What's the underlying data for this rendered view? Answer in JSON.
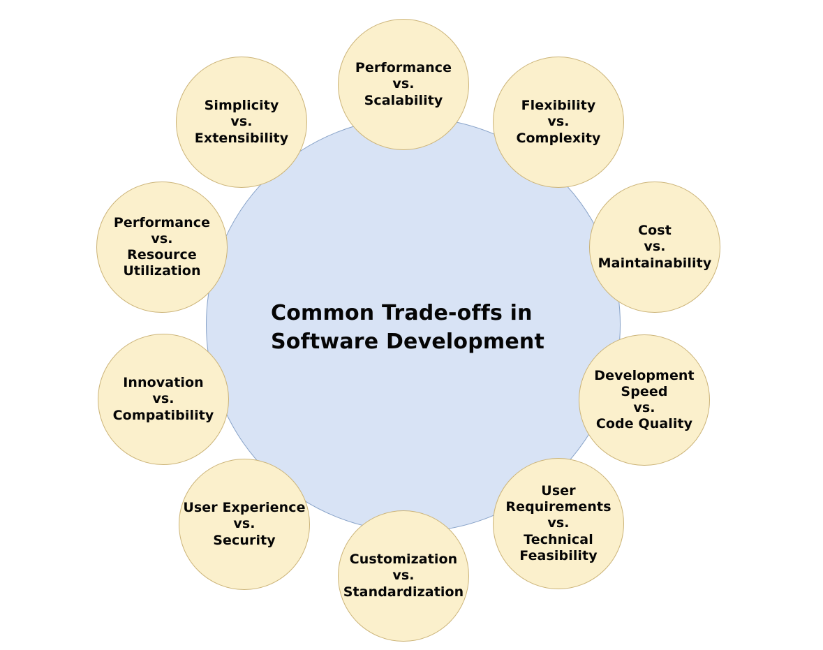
{
  "diagram": {
    "title": "Common Trade-offs in\nSoftware Development",
    "center_circle": {
      "fill": "#D8E3F5",
      "border": "#87A2C8"
    },
    "node_style": {
      "fill": "#FBF0CC",
      "border": "#CBB377",
      "text_color": "#050505"
    },
    "nodes": [
      {
        "id": "performance-vs-scalability",
        "label": "Performance\nvs.\nScalability"
      },
      {
        "id": "flexibility-vs-complexity",
        "label": "Flexibility\nvs.\nComplexity"
      },
      {
        "id": "cost-vs-maintainability",
        "label": "Cost\nvs.\nMaintainability"
      },
      {
        "id": "development-speed-vs-code-quality",
        "label": "Development\nSpeed\nvs.\nCode Quality"
      },
      {
        "id": "user-requirements-vs-technical-feasibility",
        "label": "User\nRequirements\nvs.\nTechnical\nFeasibility"
      },
      {
        "id": "customization-vs-standardization",
        "label": "Customization\nvs.\nStandardization"
      },
      {
        "id": "user-experience-vs-security",
        "label": "User Experience\nvs.\nSecurity"
      },
      {
        "id": "innovation-vs-compatibility",
        "label": "Innovation\nvs.\nCompatibility"
      },
      {
        "id": "performance-vs-resource-utilization",
        "label": "Performance\nvs.\nResource\nUtilization"
      },
      {
        "id": "simplicity-vs-extensibility",
        "label": "Simplicity\nvs.\nExtensibility"
      }
    ]
  }
}
